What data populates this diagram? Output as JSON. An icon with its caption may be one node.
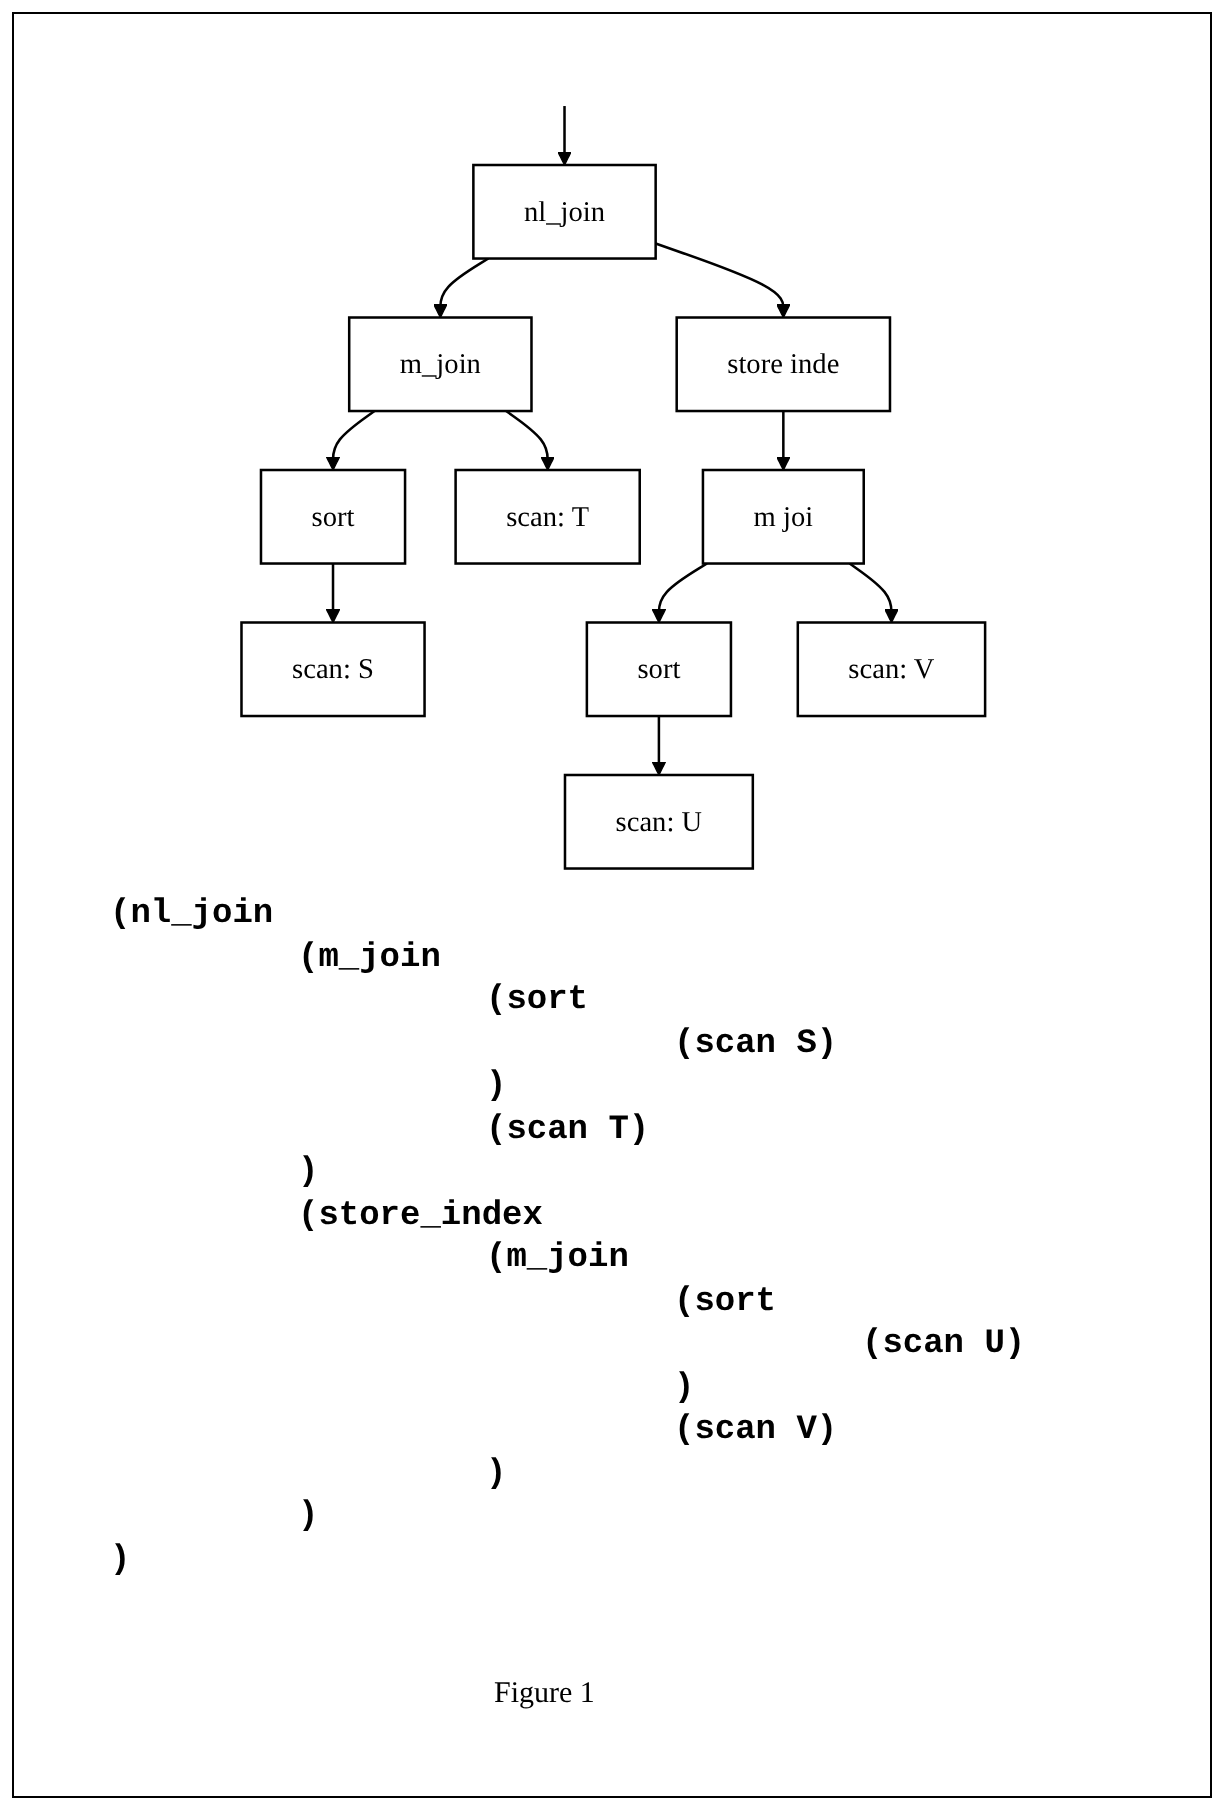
{
  "diagram": {
    "caption": "Figure 1",
    "nodes": [
      {
        "text": [
          "nl_join"
        ]
      },
      {
        "text": [
          "m_join"
        ]
      },
      {
        "text": [
          "store inde"
        ]
      },
      {
        "text": [
          "sort"
        ]
      },
      {
        "text": [
          "scan: T"
        ]
      },
      {
        "text": [
          "scan: S"
        ]
      },
      {
        "text": [
          "m joi"
        ]
      },
      {
        "text": [
          "sort"
        ]
      },
      {
        "text": [
          "scan: V"
        ]
      },
      {
        "text": [
          "scan: U"
        ]
      }
    ],
    "edges": [
      {
        "from": null,
        "to": 0,
        "arrow": "to"
      },
      {
        "from": 0,
        "to": 1,
        "arrow": "to"
      },
      {
        "from": 0,
        "to": 2,
        "arrow": "to"
      },
      {
        "from": 1,
        "to": 3,
        "arrow": "to"
      },
      {
        "from": 1,
        "to": 4,
        "arrow": "to"
      },
      {
        "from": 3,
        "to": 5,
        "arrow": "to"
      },
      {
        "from": 2,
        "to": 6,
        "arrow": "to"
      },
      {
        "from": 6,
        "to": 7,
        "arrow": "to"
      },
      {
        "from": 6,
        "to": 8,
        "arrow": "to"
      },
      {
        "from": 7,
        "to": 9,
        "arrow": "to"
      }
    ],
    "labels": [
      "(nl_join",
      "(m_join",
      "(sort",
      "(scan S)",
      ")",
      "(scan T)",
      ")",
      "(store_index",
      "(m_join",
      "(sort",
      "(scan U)",
      ")",
      "(scan V)",
      ")",
      ")",
      ")"
    ]
  }
}
